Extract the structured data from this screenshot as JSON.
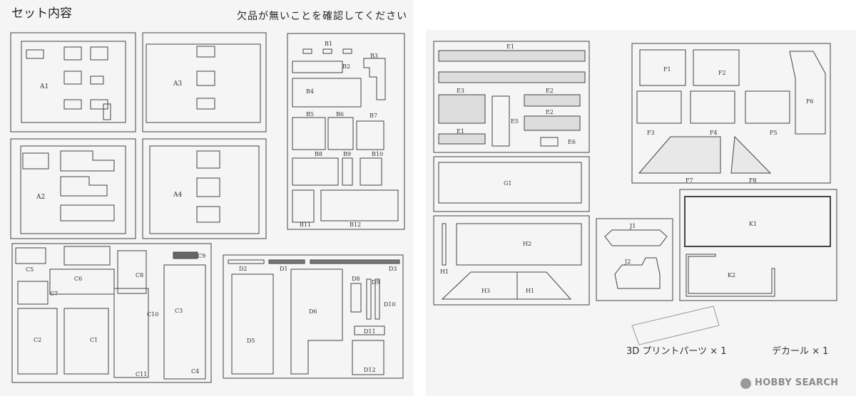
{
  "header": {
    "title": "セット内容",
    "note": "欠品が無いことを確認してください"
  },
  "captions": {
    "print_parts": "3D プリントパーツ × 1",
    "decal": "デカール × 1"
  },
  "watermark": {
    "text": "HOBBY SEARCH",
    "icon": "hobby-search-logo-icon"
  },
  "parts": {
    "A1": "A1",
    "A2": "A2",
    "A3": "A3",
    "A4": "A4",
    "B1": "B1",
    "B2": "B2",
    "B3": "B3",
    "B4": "B4",
    "B5": "B5",
    "B6": "B6",
    "B7": "B7",
    "B8": "B8",
    "B9": "B9",
    "B10": "B10",
    "B11": "B11",
    "B12": "B12",
    "C1": "C1",
    "C2": "C2",
    "C3": "C3",
    "C4": "C4",
    "C5": "C5",
    "C6": "C6",
    "C7": "C7",
    "C8": "C8",
    "C9": "C9",
    "C10": "C10",
    "C11": "C11",
    "D1": "D1",
    "D2": "D2",
    "D3": "D3",
    "D5": "D5",
    "D6": "D6",
    "D8": "D8",
    "D9": "D9",
    "D10": "D10",
    "D11": "D11",
    "D12": "D12",
    "E1a": "E1",
    "E1b": "E1",
    "E2a": "E2",
    "E2b": "E2",
    "E3": "E3",
    "E5": "E5",
    "E6": "E6",
    "F1": "F1",
    "F2": "F2",
    "F3": "F3",
    "F4": "F4",
    "F5": "F5",
    "F6": "F6",
    "F7": "F7",
    "F8": "F8",
    "G1": "G1",
    "H1a": "H1",
    "H1b": "H1",
    "H2": "H2",
    "H3": "H3",
    "J1": "J1",
    "J2": "J2",
    "K1": "K1",
    "K2": "K2"
  }
}
